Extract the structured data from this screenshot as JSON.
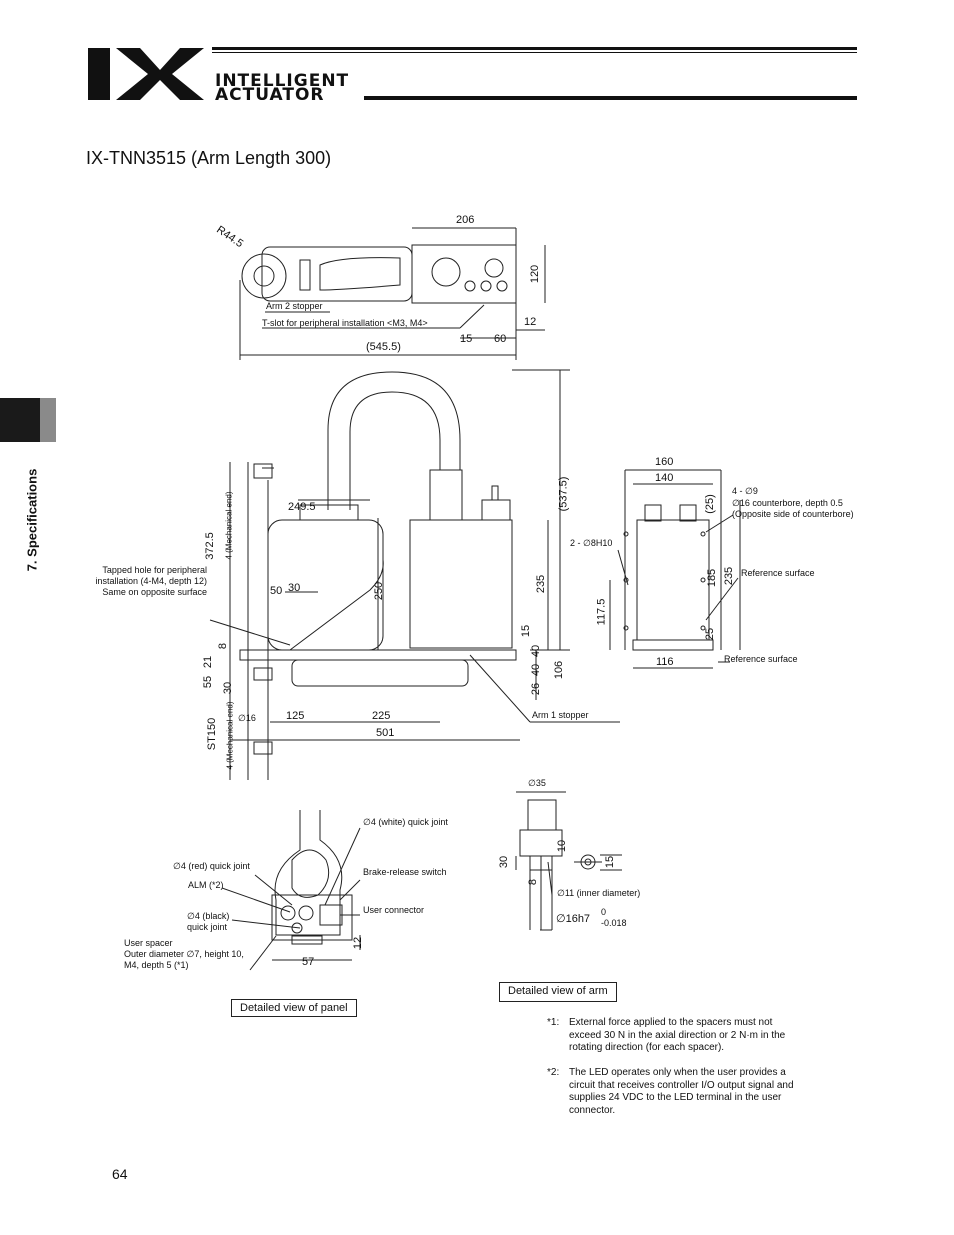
{
  "header": {
    "brand_line1": "INTELLIGENT",
    "brand_line2": "ACTUATOR"
  },
  "title": "IX-TNN3515 (Arm Length 300)",
  "side_tab": "7. Specifications",
  "top_view": {
    "radius": "R44.5",
    "arm2_stopper": "Arm 2 stopper",
    "tslot": "T-slot for peripheral installation <M3, M4>",
    "dims": {
      "d206": "206",
      "d120": "120",
      "d12": "12",
      "d15": "15",
      "d60": "60",
      "d545": "(545.5)"
    }
  },
  "front_view": {
    "tapped_hole": [
      "Tapped hole for peripheral",
      "installation (4-M4, depth 12)",
      "Same on opposite surface"
    ],
    "mech_end": "4 (Mechanical end)",
    "mech_end2": "4 (Mechanical end)",
    "arm1_stopper": "Arm 1 stopper",
    "dims": {
      "d372": "372.5",
      "d249": "249.5",
      "d50": "50",
      "d30a": "30",
      "d250": "250",
      "d8": "8",
      "d21": "21",
      "d55": "55",
      "d30b": "30",
      "d16": "∅16",
      "dST": "ST150",
      "d125": "125",
      "d225": "225",
      "d501": "501",
      "d537": "(537.5)",
      "d235": "235",
      "d15": "15",
      "d40a": "40",
      "d26": "26",
      "d40b": "40",
      "d106": "106"
    }
  },
  "side_view": {
    "holes": "4 - ∅9",
    "counterbore": [
      "∅16 counterbore, depth 0.5",
      "(Opposite side of counterbore)"
    ],
    "pin": "2 - ∅8H10",
    "ref1": "Reference surface",
    "ref2": "Reference surface",
    "dims": {
      "d160": "160",
      "d140": "140",
      "d25a": "(25)",
      "d185": "185",
      "d235": "235",
      "d117": "117.5",
      "d25b": "25",
      "d116": "116"
    }
  },
  "panel_view": {
    "white_joint": "∅4 (white) quick joint",
    "red_joint": "∅4 (red) quick joint",
    "alm": "ALM (*2)",
    "brake": "Brake-release switch",
    "black_joint": [
      "∅4 (black)",
      "quick joint"
    ],
    "user_conn": "User connector",
    "spacer": [
      "User spacer",
      "Outer diameter ∅7, height 10,",
      "M4, depth 5 (*1)"
    ],
    "d57": "57",
    "d12": "12",
    "caption": "Detailed view of panel"
  },
  "arm_view": {
    "d35": "∅35",
    "d30": "30",
    "d10": "10",
    "d15": "15",
    "d8": "8",
    "inner": "∅11 (inner diameter)",
    "shaft": "∅16h7",
    "tol_up": "0",
    "tol_low": "-0.018",
    "caption": "Detailed view of arm"
  },
  "notes": [
    {
      "key": "*1:",
      "text": "External force applied to the spacers must not exceed 30 N in the axial direction or 2 N·m in the rotating direction (for each spacer)."
    },
    {
      "key": "*2:",
      "text": "The LED operates only when the user provides a circuit that receives controller I/O output signal and supplies 24 VDC to the LED terminal in the user connector."
    }
  ],
  "page_number": "64"
}
